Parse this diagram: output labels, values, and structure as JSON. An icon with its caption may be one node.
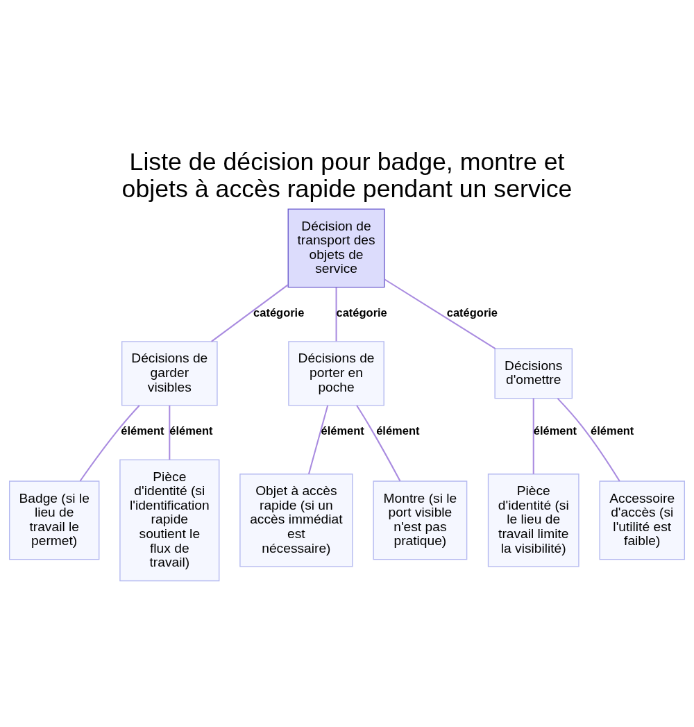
{
  "diagram": {
    "title": "Liste de décision pour badge, montre et objets à accès rapide pendant un service",
    "nodes": [
      {
        "text": [
          "Décision de transport des objets de service"
        ]
      },
      {
        "text": [
          "Décisions de garder visibles"
        ]
      },
      {
        "text": [
          "Décisions de porter en poche"
        ]
      },
      {
        "text": [
          "Décisions d'omettre"
        ]
      },
      {
        "text": [
          "Badge (si le lieu de travail le permet)"
        ]
      },
      {
        "text": [
          "Pièce d'identité (si l'identification rapide soutient le flux de travail)"
        ]
      },
      {
        "text": [
          "Objet à accès rapide (si un accès immédiat est nécessaire)"
        ]
      },
      {
        "text": [
          "Montre (si le port visible n'est pas pratique)"
        ]
      },
      {
        "text": [
          "Pièce d'identité (si le lieu de travail limite la visibilité)"
        ]
      },
      {
        "text": [
          "Accessoire d'accès (si l'utilité est faible)"
        ]
      }
    ],
    "edges": [
      {
        "from": 0,
        "to": 1,
        "arrow": "none",
        "label": "catégorie"
      },
      {
        "from": 0,
        "to": 2,
        "arrow": "none",
        "label": "catégorie"
      },
      {
        "from": 0,
        "to": 3,
        "arrow": "none",
        "label": "catégorie"
      },
      {
        "from": 1,
        "to": 4,
        "arrow": "none",
        "label": "élément"
      },
      {
        "from": 1,
        "to": 5,
        "arrow": "none",
        "label": "élément"
      },
      {
        "from": 2,
        "to": 6,
        "arrow": "none",
        "label": "élément"
      },
      {
        "from": 2,
        "to": 7,
        "arrow": "none",
        "label": "élément"
      },
      {
        "from": 3,
        "to": 8,
        "arrow": "none",
        "label": "élément"
      },
      {
        "from": 3,
        "to": 9,
        "arrow": "none",
        "label": "élément"
      }
    ]
  }
}
